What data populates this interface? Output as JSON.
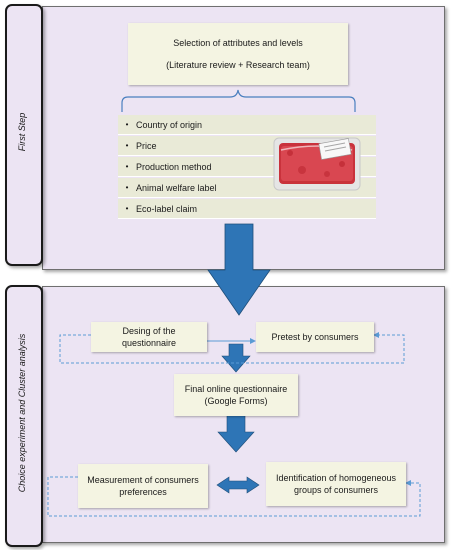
{
  "first_step": {
    "side_label": "First Step",
    "header_box": {
      "line1": "Selection of attributes and levels",
      "line2": "(Literature review + Research team)"
    },
    "attributes": [
      "Country of origin",
      "Price",
      "Production method",
      "Animal welfare label",
      "Eco-label claim"
    ],
    "bullet": "•"
  },
  "second_step": {
    "side_label": "Choice experiment and Cluster analysis",
    "boxes": {
      "design": "Desing of the questionnaire",
      "pretest": "Pretest by consumers",
      "final": "Final online questionnaire (Google Forms)",
      "measurement": "Measurement of consumers preferences",
      "identification": "Identification of homogeneous groups of consumers"
    }
  },
  "colors": {
    "panel_fill": "#ece4f3",
    "box_fill": "#f4f4e2",
    "arrow_fill": "#2e75b6",
    "dashed_line": "#5b9bd5"
  }
}
